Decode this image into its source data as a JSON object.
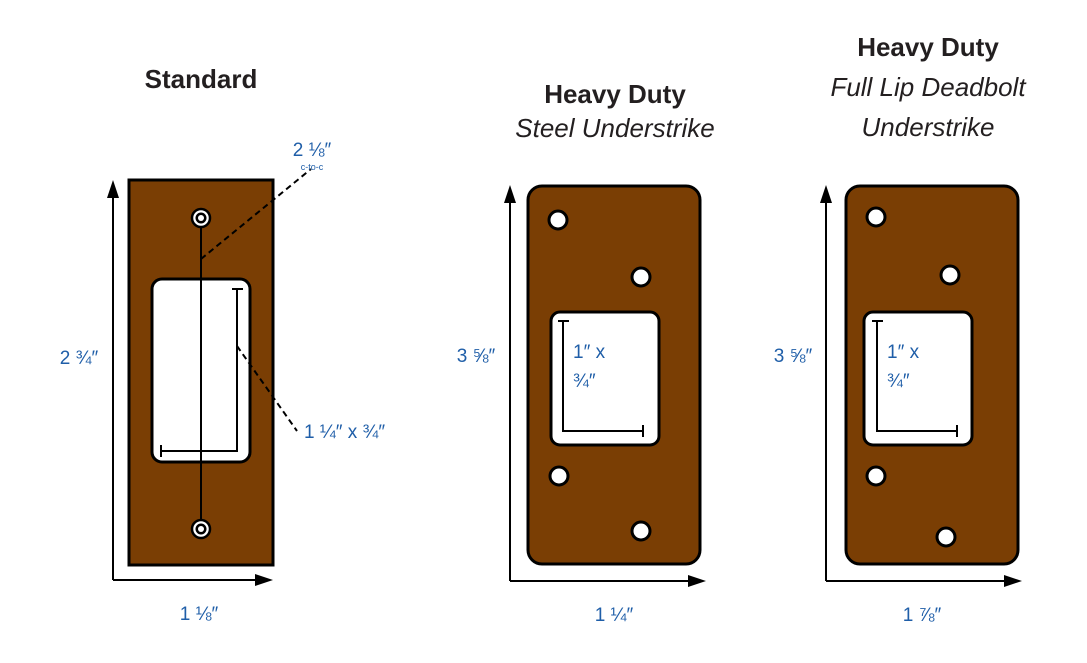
{
  "colors": {
    "plate": "#7a3e04",
    "dimension_text": "#1f5ea8",
    "outline": "#000000"
  },
  "strikes": {
    "standard": {
      "title": "Standard",
      "height_label": "2 ¾″",
      "width_label": "1 ⅛″",
      "hole_spacing_label": "2 ⅛″",
      "hole_spacing_note": "c-to-c",
      "opening_label": "1 ¼″ x ¾″"
    },
    "steel": {
      "title": "Heavy Duty",
      "subtitle": "Steel Understrike",
      "height_label": "3 ⅝″",
      "width_label": "1 ¼″",
      "opening_label_line1": "1″ x",
      "opening_label_line2": "¾″"
    },
    "full_lip": {
      "title": "Heavy Duty",
      "subtitle_line1": "Full Lip Deadbolt",
      "subtitle_line2": "Understrike",
      "height_label": "3 ⅝″",
      "width_label": "1 ⅞″",
      "opening_label_line1": "1″ x",
      "opening_label_line2": "¾″"
    }
  }
}
